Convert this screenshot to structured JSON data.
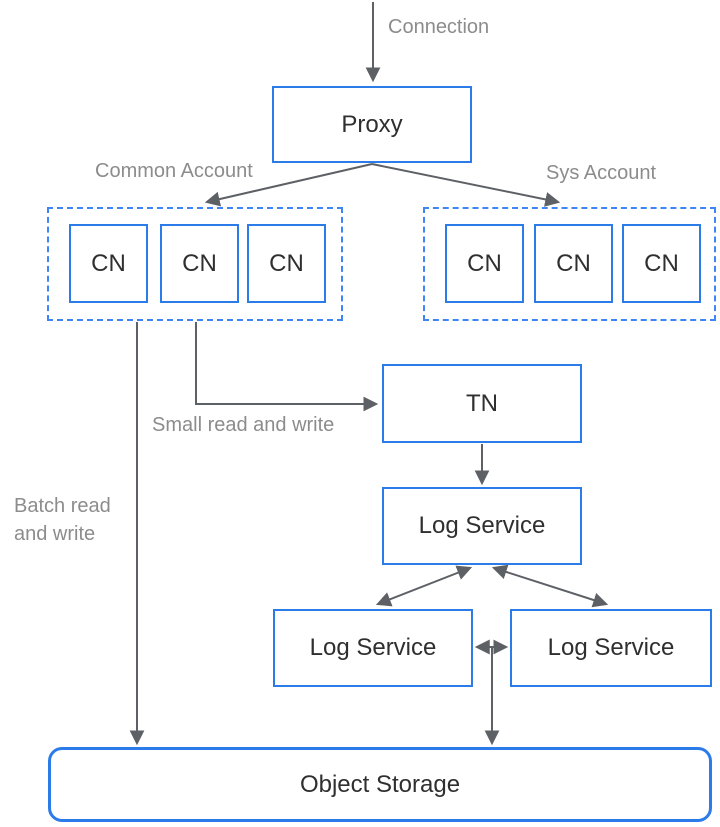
{
  "diagram": {
    "colors": {
      "node_border_blue": "#2b7ce9",
      "group_dashed_blue": "#3e86f5",
      "arrow_gray": "#5d6166",
      "edge_label_gray": "#8c8c8c",
      "node_text": "#2f2f2f",
      "background": "#ffffff"
    },
    "nodes": {
      "proxy": {
        "label": "Proxy"
      },
      "tn": {
        "label": "TN"
      },
      "log_main": {
        "label": "Log Service"
      },
      "log_left": {
        "label": "Log Service"
      },
      "log_right": {
        "label": "Log Service"
      },
      "object_storage": {
        "label": "Object Storage"
      }
    },
    "groups": {
      "common": {
        "label": "Common Account",
        "nodes": [
          {
            "label": "CN"
          },
          {
            "label": "CN"
          },
          {
            "label": "CN"
          }
        ]
      },
      "sys": {
        "label": "Sys Account",
        "nodes": [
          {
            "label": "CN"
          },
          {
            "label": "CN"
          },
          {
            "label": "CN"
          }
        ]
      }
    },
    "edge_labels": {
      "connection": "Connection",
      "small_rw": "Small read and write",
      "batch_rw": "Batch read and write"
    }
  }
}
